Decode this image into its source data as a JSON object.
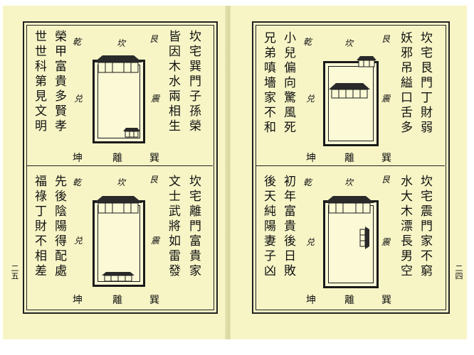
{
  "folios": {
    "left": "二五",
    "right": "二四"
  },
  "left_page": {
    "panels": [
      {
        "verse": [
          "坎宅巽門子孫榮",
          "皆因木水兩相生",
          "榮甲富貴多賢孝",
          "世世科第見文明"
        ],
        "labels": {
          "nw": "乾",
          "n": "坎",
          "ne": "艮",
          "w": "兑",
          "e": "震",
          "sw": "坤",
          "s": "離",
          "se": "巽"
        }
      },
      {
        "verse": [
          "坎宅離門富貴家",
          "文士武將如雷發",
          "先後陰陽得配處",
          "福祿丁財不相差"
        ],
        "labels": {
          "nw": "乾",
          "n": "坎",
          "ne": "艮",
          "w": "兑",
          "e": "震",
          "sw": "坤",
          "s": "離",
          "se": "巽"
        }
      }
    ]
  },
  "right_page": {
    "panels": [
      {
        "verse": [
          "坎宅艮門丁財弱",
          "妖邪吊縊口舌多",
          "小兒偏向驚風死",
          "兄弟嗔墻家不和"
        ],
        "labels": {
          "nw": "乾",
          "n": "坎",
          "ne": "艮",
          "w": "兑",
          "e": "震",
          "sw": "坤",
          "s": "離",
          "se": "巽"
        }
      },
      {
        "verse": [
          "坎宅震門家不窮",
          "水大木漂長男空",
          "初年富貴後日敗",
          "後天純陽妻子凶"
        ],
        "labels": {
          "nw": "乾",
          "n": "坎",
          "ne": "艮",
          "w": "兑",
          "e": "震",
          "sw": "坤",
          "s": "離",
          "se": "巽"
        }
      }
    ]
  }
}
